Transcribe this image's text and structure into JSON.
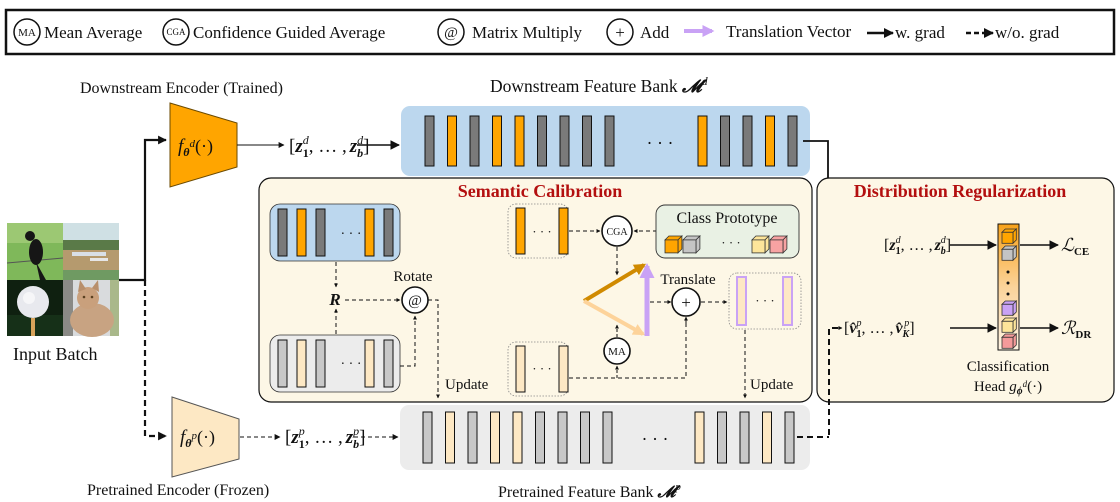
{
  "legend": {
    "mean_average": {
      "symbol": "MA",
      "label": "Mean Average"
    },
    "cga": {
      "symbol": "CGA",
      "label": "Confidence Guided Average"
    },
    "matmul": {
      "symbol": "@",
      "label": "Matrix Multiply"
    },
    "add": {
      "symbol": "+",
      "label": "Add"
    },
    "translation_vector": {
      "label": "Translation Vector"
    },
    "with_grad": {
      "label": "w. grad"
    },
    "without_grad": {
      "label": "w/o. grad"
    }
  },
  "downstream_encoder": {
    "title": "Downstream Encoder (Trained)",
    "func": "f",
    "sub": "θ",
    "sup": "d",
    "arg": "(·)"
  },
  "pretrained_encoder": {
    "title": "Pretrained Encoder (Frozen)",
    "func": "f",
    "sub": "θ",
    "sup": "p",
    "arg": "(·)"
  },
  "input_batch": {
    "label": "Input Batch",
    "images": [
      "crow-on-wire",
      "airplane-on-runway",
      "golf-ball-on-tee",
      "cat"
    ]
  },
  "downstream_features": {
    "open": "[",
    "z": "z",
    "sub1": "1",
    "subb": "b",
    "sup": "d",
    "dots": ", … ,",
    "close": "]"
  },
  "pretrained_features": {
    "open": "[",
    "z": "z",
    "sub1": "1",
    "subb": "b",
    "sup": "p",
    "dots": ", … ,",
    "close": "]"
  },
  "downstream_bank": {
    "title": "Downstream Feature Bank ",
    "symbol": "𝓜",
    "sup": "d",
    "bars_left": [
      "gray",
      "orange",
      "gray",
      "orange",
      "orange",
      "gray",
      "gray",
      "gray",
      "gray"
    ],
    "bars_right": [
      "orange",
      "gray",
      "gray",
      "orange",
      "gray"
    ],
    "ellipsis": "· · ·"
  },
  "pretrained_bank": {
    "title": "Pretrained Feature Bank ",
    "symbol": "𝓜",
    "sup": "p",
    "bars_left": [
      "gray",
      "cream",
      "gray",
      "cream",
      "cream",
      "gray",
      "gray",
      "gray",
      "gray"
    ],
    "bars_right": [
      "cream",
      "gray",
      "gray",
      "cream",
      "gray"
    ],
    "ellipsis": "· · ·"
  },
  "semantic_calibration": {
    "title": "Semantic Calibration",
    "rotation_symbol": "R",
    "rotate_label": "Rotate",
    "translate_label": "Translate",
    "update_left": "Update",
    "update_right": "Update",
    "class_prototype": "Class Prototype",
    "ellipsis": "· · ·",
    "mini_down_bars": [
      "gray",
      "orange",
      "gray",
      "orange",
      "gray"
    ],
    "mini_pre_bars": [
      "gray",
      "cream",
      "gray",
      "cream",
      "gray"
    ]
  },
  "distribution_regularization": {
    "title": "Distribution Regularization",
    "z_input": {
      "z": "z",
      "sup": "d",
      "sub1": "1",
      "subb": "b"
    },
    "v_input": {
      "v": "v̂",
      "sup": "p",
      "sub1": "1",
      "subK": "K"
    },
    "loss_ce": {
      "symbol": "ℒ",
      "sub": "CE"
    },
    "reg_dr": {
      "symbol": "ℛ",
      "sub": "DR"
    },
    "head_label_1": "Classification",
    "head_label_2": "Head ",
    "head_func": "g",
    "head_sub": "ϕ",
    "head_sup": "d",
    "head_arg": "(·)",
    "head_cubes": [
      "orange",
      "gray",
      "purple",
      "yellow",
      "pink"
    ]
  },
  "colors": {
    "orange": "#ffa500",
    "gray": "#7a7a7a",
    "cream": "#fde8c4",
    "light_gray": "#c8c8c8",
    "blue_bank": "#bcd7ee",
    "gray_bank": "#ececec",
    "panel_bg": "#fdf7e6",
    "proto_bg": "#e9f1e4",
    "purple": "#c9a2f5",
    "red_title": "#b30f0f",
    "dark_orange": "#d08a00",
    "light_orange": "#fdd39a"
  }
}
